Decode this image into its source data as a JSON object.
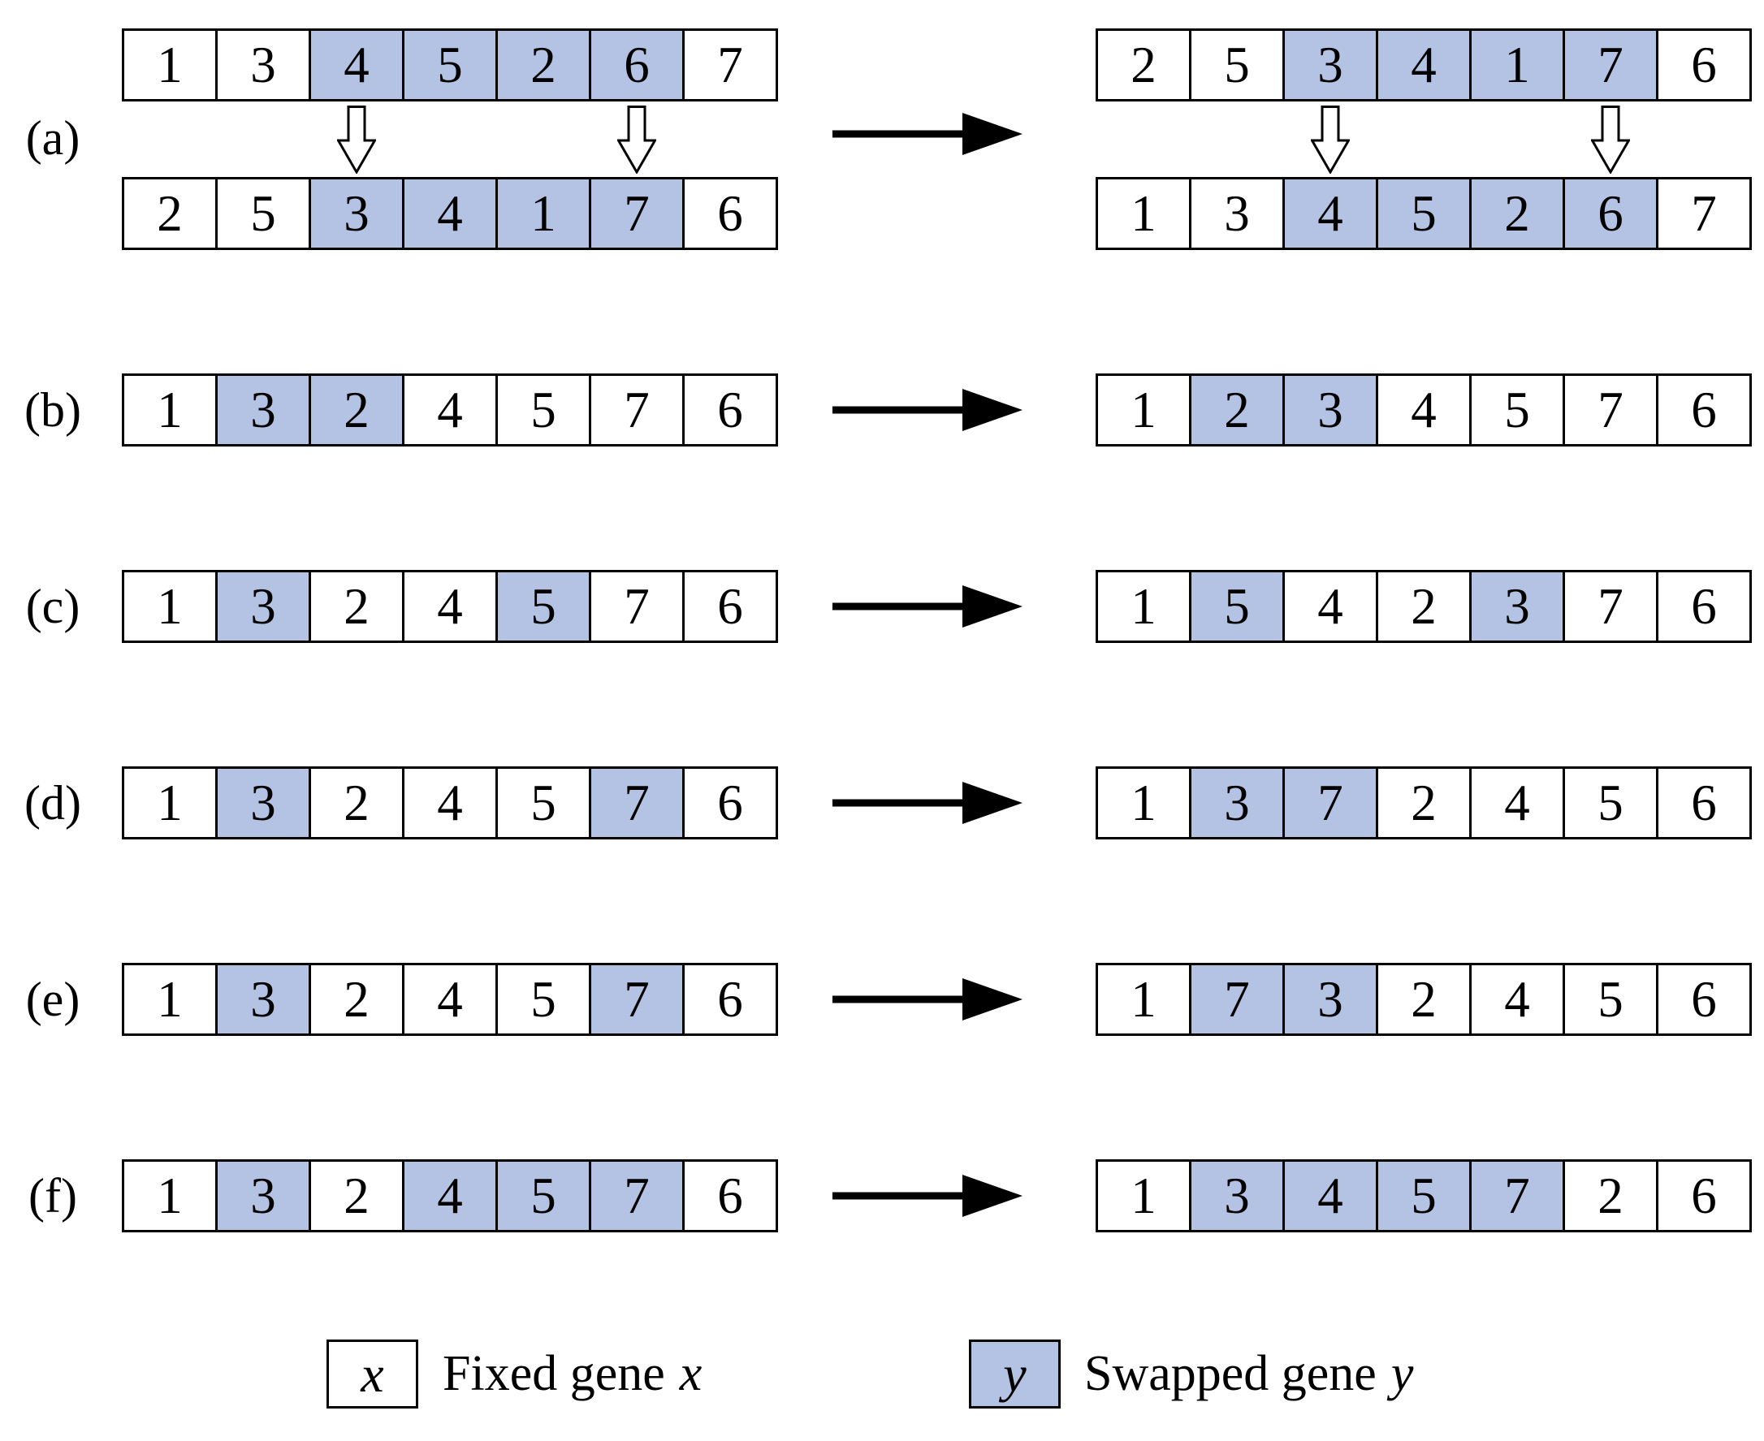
{
  "colors": {
    "highlight": "#b4c3e4",
    "border": "#000000",
    "background": "#ffffff"
  },
  "rows": [
    {
      "label": "(a)",
      "left": {
        "tables": [
          {
            "values": [
              1,
              3,
              4,
              5,
              2,
              6,
              7
            ],
            "highlighted": [
              2,
              3,
              4,
              5
            ]
          },
          {
            "values": [
              2,
              5,
              3,
              4,
              1,
              7,
              6
            ],
            "highlighted": [
              2,
              3,
              4,
              5
            ]
          }
        ],
        "swap_arrow_columns": [
          2,
          5
        ]
      },
      "right": {
        "tables": [
          {
            "values": [
              2,
              5,
              3,
              4,
              1,
              7,
              6
            ],
            "highlighted": [
              2,
              3,
              4,
              5
            ]
          },
          {
            "values": [
              1,
              3,
              4,
              5,
              2,
              6,
              7
            ],
            "highlighted": [
              2,
              3,
              4,
              5
            ]
          }
        ],
        "swap_arrow_columns": [
          2,
          5
        ]
      }
    },
    {
      "label": "(b)",
      "left": {
        "tables": [
          {
            "values": [
              1,
              3,
              2,
              4,
              5,
              7,
              6
            ],
            "highlighted": [
              1,
              2
            ]
          }
        ]
      },
      "right": {
        "tables": [
          {
            "values": [
              1,
              2,
              3,
              4,
              5,
              7,
              6
            ],
            "highlighted": [
              1,
              2
            ]
          }
        ]
      }
    },
    {
      "label": "(c)",
      "left": {
        "tables": [
          {
            "values": [
              1,
              3,
              2,
              4,
              5,
              7,
              6
            ],
            "highlighted": [
              1,
              4
            ]
          }
        ]
      },
      "right": {
        "tables": [
          {
            "values": [
              1,
              5,
              4,
              2,
              3,
              7,
              6
            ],
            "highlighted": [
              1,
              4
            ]
          }
        ]
      }
    },
    {
      "label": "(d)",
      "left": {
        "tables": [
          {
            "values": [
              1,
              3,
              2,
              4,
              5,
              7,
              6
            ],
            "highlighted": [
              1,
              5
            ]
          }
        ]
      },
      "right": {
        "tables": [
          {
            "values": [
              1,
              3,
              7,
              2,
              4,
              5,
              6
            ],
            "highlighted": [
              1,
              2
            ]
          }
        ]
      }
    },
    {
      "label": "(e)",
      "left": {
        "tables": [
          {
            "values": [
              1,
              3,
              2,
              4,
              5,
              7,
              6
            ],
            "highlighted": [
              1,
              5
            ]
          }
        ]
      },
      "right": {
        "tables": [
          {
            "values": [
              1,
              7,
              3,
              2,
              4,
              5,
              6
            ],
            "highlighted": [
              1,
              2
            ]
          }
        ]
      }
    },
    {
      "label": "(f)",
      "left": {
        "tables": [
          {
            "values": [
              1,
              3,
              2,
              4,
              5,
              7,
              6
            ],
            "highlighted": [
              1,
              3,
              4,
              5
            ]
          }
        ]
      },
      "right": {
        "tables": [
          {
            "values": [
              1,
              3,
              4,
              5,
              7,
              2,
              6
            ],
            "highlighted": [
              1,
              2,
              3,
              4
            ]
          }
        ]
      }
    }
  ],
  "legend": {
    "fixed": {
      "symbol": "x",
      "text": "Fixed gene",
      "suffix": "x"
    },
    "swapped": {
      "symbol": "y",
      "text": "Swapped gene",
      "suffix": "y"
    }
  }
}
